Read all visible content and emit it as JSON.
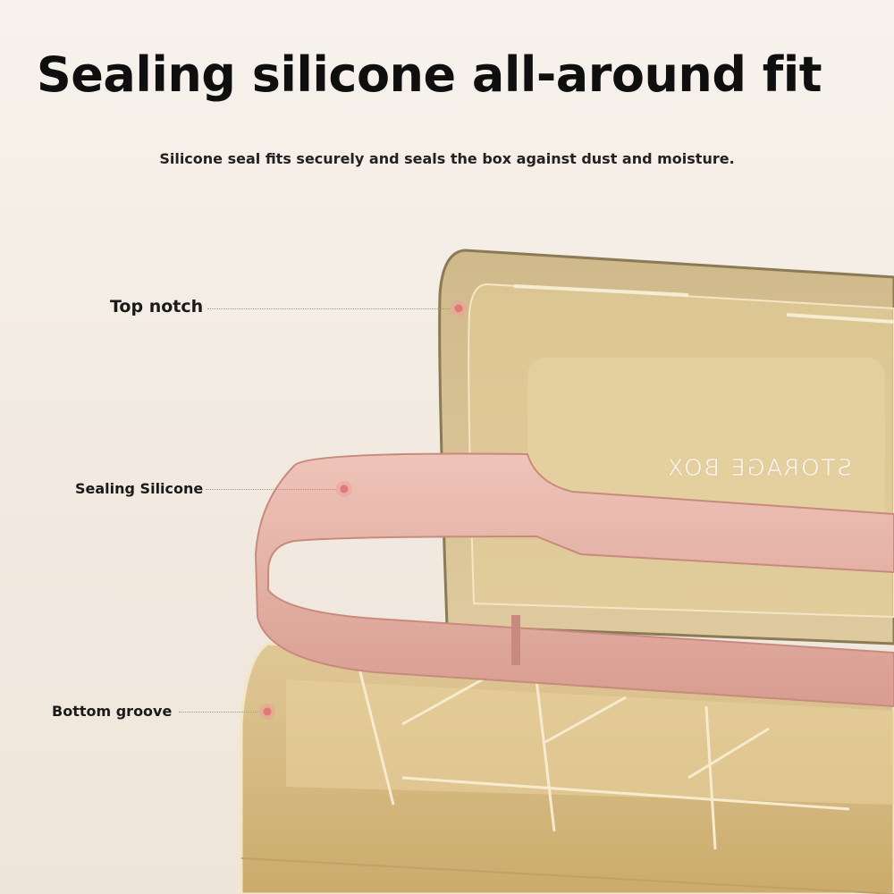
{
  "heading": {
    "title": "Sealing silicone all-around fit",
    "subtitle": "Silicone seal fits securely and seals the box against dust and moisture."
  },
  "callouts": [
    {
      "label": "Top notch"
    },
    {
      "label": "Sealing Silicone"
    },
    {
      "label": "Bottom groove"
    }
  ],
  "product": {
    "lid_text": "STORAGE BOX",
    "colors": {
      "box_amber": "#d8bd7c",
      "silicone_pink": "#e6b1a5",
      "marker": "#e07a76"
    }
  }
}
